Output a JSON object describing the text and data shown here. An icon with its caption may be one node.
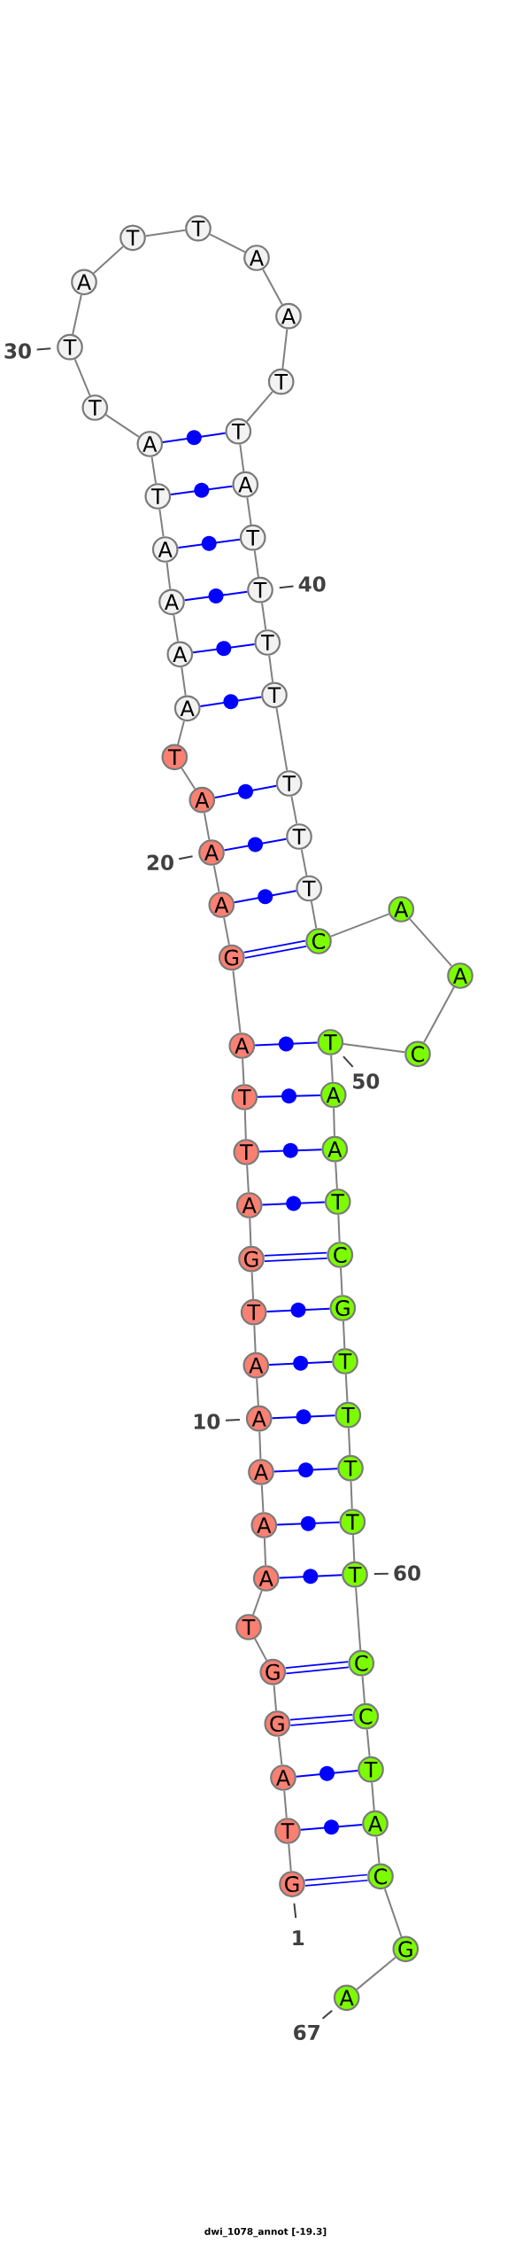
{
  "diagram": {
    "caption": "dwi_1078_annot [-19.3]",
    "nodes": [
      {
        "text": [
          "G"
        ]
      },
      {
        "text": [
          "T"
        ]
      },
      {
        "text": [
          "A"
        ]
      },
      {
        "text": [
          "G"
        ]
      },
      {
        "text": [
          "G"
        ]
      },
      {
        "text": [
          "T"
        ]
      },
      {
        "text": [
          "A"
        ]
      },
      {
        "text": [
          "A"
        ]
      },
      {
        "text": [
          "A"
        ]
      },
      {
        "text": [
          "A"
        ]
      },
      {
        "text": [
          "A"
        ]
      },
      {
        "text": [
          "T"
        ]
      },
      {
        "text": [
          "G"
        ]
      },
      {
        "text": [
          "A"
        ]
      },
      {
        "text": [
          "T"
        ]
      },
      {
        "text": [
          "T"
        ]
      },
      {
        "text": [
          "A"
        ]
      },
      {
        "text": [
          "G"
        ]
      },
      {
        "text": [
          "A"
        ]
      },
      {
        "text": [
          "A"
        ]
      },
      {
        "text": [
          "A"
        ]
      },
      {
        "text": [
          "T"
        ]
      },
      {
        "text": [
          "A"
        ]
      },
      {
        "text": [
          "A"
        ]
      },
      {
        "text": [
          "A"
        ]
      },
      {
        "text": [
          "A"
        ]
      },
      {
        "text": [
          "T"
        ]
      },
      {
        "text": [
          "A"
        ]
      },
      {
        "text": [
          "T"
        ]
      },
      {
        "text": [
          "T"
        ]
      },
      {
        "text": [
          "A"
        ]
      },
      {
        "text": [
          "T"
        ]
      },
      {
        "text": [
          "T"
        ]
      },
      {
        "text": [
          "A"
        ]
      },
      {
        "text": [
          "A"
        ]
      },
      {
        "text": [
          "T"
        ]
      },
      {
        "text": [
          "T"
        ]
      },
      {
        "text": [
          "A"
        ]
      },
      {
        "text": [
          "T"
        ]
      },
      {
        "text": [
          "T"
        ]
      },
      {
        "text": [
          "T"
        ]
      },
      {
        "text": [
          "T"
        ]
      },
      {
        "text": [
          "T"
        ]
      },
      {
        "text": [
          "T"
        ]
      },
      {
        "text": [
          "T"
        ]
      },
      {
        "text": [
          "C"
        ]
      },
      {
        "text": [
          "A"
        ]
      },
      {
        "text": [
          "A"
        ]
      },
      {
        "text": [
          "C"
        ]
      },
      {
        "text": [
          "T"
        ]
      },
      {
        "text": [
          "A"
        ]
      },
      {
        "text": [
          "A"
        ]
      },
      {
        "text": [
          "T"
        ]
      },
      {
        "text": [
          "C"
        ]
      },
      {
        "text": [
          "G"
        ]
      },
      {
        "text": [
          "T"
        ]
      },
      {
        "text": [
          "T"
        ]
      },
      {
        "text": [
          "T"
        ]
      },
      {
        "text": [
          "T"
        ]
      },
      {
        "text": [
          "T"
        ]
      },
      {
        "text": [
          "C"
        ]
      },
      {
        "text": [
          "C"
        ]
      },
      {
        "text": [
          "T"
        ]
      },
      {
        "text": [
          "A"
        ]
      },
      {
        "text": [
          "C"
        ]
      },
      {
        "text": [
          "G"
        ]
      },
      {
        "text": [
          "A"
        ]
      },
      {
        "text": [
          "1"
        ]
      },
      {
        "text": [
          "10"
        ]
      },
      {
        "text": [
          "20"
        ]
      },
      {
        "text": [
          "30"
        ]
      },
      {
        "text": [
          "40"
        ]
      },
      {
        "text": [
          "50"
        ]
      },
      {
        "text": [
          "60"
        ]
      },
      {
        "text": [
          "67"
        ]
      }
    ],
    "edges": [
      {
        "from": 0,
        "to": 1,
        "arrow": "none"
      },
      {
        "from": 1,
        "to": 2,
        "arrow": "none"
      },
      {
        "from": 2,
        "to": 3,
        "arrow": "none"
      },
      {
        "from": 3,
        "to": 4,
        "arrow": "none"
      },
      {
        "from": 4,
        "to": 5,
        "arrow": "none"
      },
      {
        "from": 5,
        "to": 6,
        "arrow": "none"
      },
      {
        "from": 6,
        "to": 7,
        "arrow": "none"
      },
      {
        "from": 7,
        "to": 8,
        "arrow": "none"
      },
      {
        "from": 8,
        "to": 9,
        "arrow": "none"
      },
      {
        "from": 9,
        "to": 10,
        "arrow": "none"
      },
      {
        "from": 10,
        "to": 11,
        "arrow": "none"
      },
      {
        "from": 11,
        "to": 12,
        "arrow": "none"
      },
      {
        "from": 12,
        "to": 13,
        "arrow": "none"
      },
      {
        "from": 13,
        "to": 14,
        "arrow": "none"
      },
      {
        "from": 14,
        "to": 15,
        "arrow": "none"
      },
      {
        "from": 15,
        "to": 16,
        "arrow": "none"
      },
      {
        "from": 16,
        "to": 17,
        "arrow": "none"
      },
      {
        "from": 17,
        "to": 18,
        "arrow": "none"
      },
      {
        "from": 18,
        "to": 19,
        "arrow": "none"
      },
      {
        "from": 19,
        "to": 20,
        "arrow": "none"
      },
      {
        "from": 20,
        "to": 21,
        "arrow": "none"
      },
      {
        "from": 21,
        "to": 22,
        "arrow": "none"
      },
      {
        "from": 22,
        "to": 23,
        "arrow": "none"
      },
      {
        "from": 23,
        "to": 24,
        "arrow": "none"
      },
      {
        "from": 24,
        "to": 25,
        "arrow": "none"
      },
      {
        "from": 25,
        "to": 26,
        "arrow": "none"
      },
      {
        "from": 26,
        "to": 27,
        "arrow": "none"
      },
      {
        "from": 27,
        "to": 28,
        "arrow": "none"
      },
      {
        "from": 28,
        "to": 29,
        "arrow": "none"
      },
      {
        "from": 29,
        "to": 30,
        "arrow": "none"
      },
      {
        "from": 30,
        "to": 31,
        "arrow": "none"
      },
      {
        "from": 31,
        "to": 32,
        "arrow": "none"
      },
      {
        "from": 32,
        "to": 33,
        "arrow": "none"
      },
      {
        "from": 33,
        "to": 34,
        "arrow": "none"
      },
      {
        "from": 34,
        "to": 35,
        "arrow": "none"
      },
      {
        "from": 35,
        "to": 36,
        "arrow": "none"
      },
      {
        "from": 36,
        "to": 37,
        "arrow": "none"
      },
      {
        "from": 37,
        "to": 38,
        "arrow": "none"
      },
      {
        "from": 38,
        "to": 39,
        "arrow": "none"
      },
      {
        "from": 39,
        "to": 40,
        "arrow": "none"
      },
      {
        "from": 40,
        "to": 41,
        "arrow": "none"
      },
      {
        "from": 41,
        "to": 42,
        "arrow": "none"
      },
      {
        "from": 42,
        "to": 43,
        "arrow": "none"
      },
      {
        "from": 43,
        "to": 44,
        "arrow": "none"
      },
      {
        "from": 44,
        "to": 45,
        "arrow": "none"
      },
      {
        "from": 45,
        "to": 46,
        "arrow": "none"
      },
      {
        "from": 46,
        "to": 47,
        "arrow": "none"
      },
      {
        "from": 47,
        "to": 48,
        "arrow": "none"
      },
      {
        "from": 48,
        "to": 49,
        "arrow": "none"
      },
      {
        "from": 49,
        "to": 50,
        "arrow": "none"
      },
      {
        "from": 50,
        "to": 51,
        "arrow": "none"
      },
      {
        "from": 51,
        "to": 52,
        "arrow": "none"
      },
      {
        "from": 52,
        "to": 53,
        "arrow": "none"
      },
      {
        "from": 53,
        "to": 54,
        "arrow": "none"
      },
      {
        "from": 54,
        "to": 55,
        "arrow": "none"
      },
      {
        "from": 55,
        "to": 56,
        "arrow": "none"
      },
      {
        "from": 56,
        "to": 57,
        "arrow": "none"
      },
      {
        "from": 57,
        "to": 58,
        "arrow": "none"
      },
      {
        "from": 58,
        "to": 59,
        "arrow": "none"
      },
      {
        "from": 59,
        "to": 60,
        "arrow": "none"
      },
      {
        "from": 60,
        "to": 61,
        "arrow": "none"
      },
      {
        "from": 61,
        "to": 62,
        "arrow": "none"
      },
      {
        "from": 62,
        "to": 63,
        "arrow": "none"
      },
      {
        "from": 63,
        "to": 64,
        "arrow": "none"
      },
      {
        "from": 64,
        "to": 65,
        "arrow": "none"
      },
      {
        "from": 65,
        "to": 66,
        "arrow": "none"
      },
      {
        "from": 0,
        "to": 64,
        "arrow": "none",
        "style": "thick",
        "color": "#0000ff"
      },
      {
        "from": 1,
        "to": 63,
        "arrow": "none",
        "color": "#0000ff"
      },
      {
        "from": 2,
        "to": 62,
        "arrow": "none",
        "color": "#0000ff"
      },
      {
        "from": 3,
        "to": 61,
        "arrow": "none",
        "style": "thick",
        "color": "#0000ff"
      },
      {
        "from": 4,
        "to": 60,
        "arrow": "none",
        "style": "thick",
        "color": "#0000ff"
      },
      {
        "from": 6,
        "to": 59,
        "arrow": "none",
        "color": "#0000ff"
      },
      {
        "from": 7,
        "to": 58,
        "arrow": "none",
        "color": "#0000ff"
      },
      {
        "from": 8,
        "to": 57,
        "arrow": "none",
        "color": "#0000ff"
      },
      {
        "from": 9,
        "to": 56,
        "arrow": "none",
        "color": "#0000ff"
      },
      {
        "from": 10,
        "to": 55,
        "arrow": "none",
        "color": "#0000ff"
      },
      {
        "from": 11,
        "to": 54,
        "arrow": "none",
        "color": "#0000ff"
      },
      {
        "from": 12,
        "to": 53,
        "arrow": "none",
        "style": "thick",
        "color": "#0000ff"
      },
      {
        "from": 13,
        "to": 52,
        "arrow": "none",
        "color": "#0000ff"
      },
      {
        "from": 14,
        "to": 51,
        "arrow": "none",
        "color": "#0000ff"
      },
      {
        "from": 15,
        "to": 50,
        "arrow": "none",
        "color": "#0000ff"
      },
      {
        "from": 16,
        "to": 49,
        "arrow": "none",
        "color": "#0000ff"
      },
      {
        "from": 17,
        "to": 45,
        "arrow": "none",
        "style": "thick",
        "color": "#0000ff"
      },
      {
        "from": 18,
        "to": 44,
        "arrow": "none",
        "color": "#0000ff"
      },
      {
        "from": 19,
        "to": 43,
        "arrow": "none",
        "color": "#0000ff"
      },
      {
        "from": 20,
        "to": 42,
        "arrow": "none",
        "color": "#0000ff"
      },
      {
        "from": 22,
        "to": 41,
        "arrow": "none",
        "color": "#0000ff"
      },
      {
        "from": 23,
        "to": 40,
        "arrow": "none",
        "color": "#0000ff"
      },
      {
        "from": 24,
        "to": 39,
        "arrow": "none",
        "color": "#0000ff"
      },
      {
        "from": 25,
        "to": 38,
        "arrow": "none",
        "color": "#0000ff"
      },
      {
        "from": 26,
        "to": 37,
        "arrow": "none",
        "color": "#0000ff"
      },
      {
        "from": 27,
        "to": 36,
        "arrow": "none",
        "color": "#0000ff"
      },
      {
        "from": 67,
        "to": 0,
        "arrow": "none",
        "color": "#404040"
      },
      {
        "from": 68,
        "to": 9,
        "arrow": "none",
        "color": "#404040"
      },
      {
        "from": 69,
        "to": 19,
        "arrow": "none",
        "color": "#404040"
      },
      {
        "from": 70,
        "to": 29,
        "arrow": "none",
        "color": "#404040"
      },
      {
        "from": 71,
        "to": 39,
        "arrow": "none",
        "color": "#404040"
      },
      {
        "from": 72,
        "to": 49,
        "arrow": "none",
        "color": "#404040"
      },
      {
        "from": 73,
        "to": 59,
        "arrow": "none",
        "color": "#404040"
      },
      {
        "from": 74,
        "to": 66,
        "arrow": "none",
        "color": "#404040"
      }
    ]
  }
}
